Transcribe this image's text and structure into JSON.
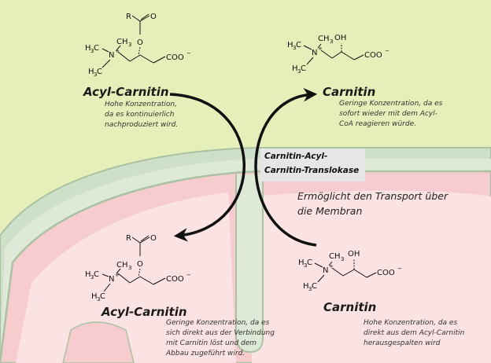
{
  "outside": {
    "acyl_carnitin": {
      "title": "Acyl-Carnitin",
      "note": [
        "Hohe Konzentration,",
        "da es kontinuierlich",
        "nachproduziert wird."
      ]
    },
    "carnitin": {
      "title": "Carnitin",
      "note": [
        "Geringe Konzentration, da es",
        "sofort wieder mit dem Acyl-",
        "CoA reagieren würde."
      ]
    }
  },
  "transporter": {
    "name_lines": [
      "Carnitin-Acyl-",
      "Carnitin-Translokase"
    ],
    "description_lines": [
      "Ermöglicht den Transport über",
      "die Membran"
    ]
  },
  "inside": {
    "acyl_carnitin": {
      "title": "Acyl-Carnitin",
      "note": [
        "Geringe Konzentration, da es",
        "sich direkt aus der Verbindung",
        "mit Carnitin löst und dem",
        "Abbau zugeführt wird."
      ]
    },
    "carnitin": {
      "title": "Carnitin",
      "note": [
        "Hohe Konzentration, da es",
        "direkt aus dem Acyl-Carnitin",
        "herausgespalten wird"
      ]
    }
  },
  "colors": {
    "cytosol": "#e6efb9",
    "membrane": "#cfe0c8",
    "membrane_line": "#a9c2a2",
    "matrix": "#f6cccf",
    "matrix_light": "#fbe3e4",
    "arrow": "#111111"
  }
}
